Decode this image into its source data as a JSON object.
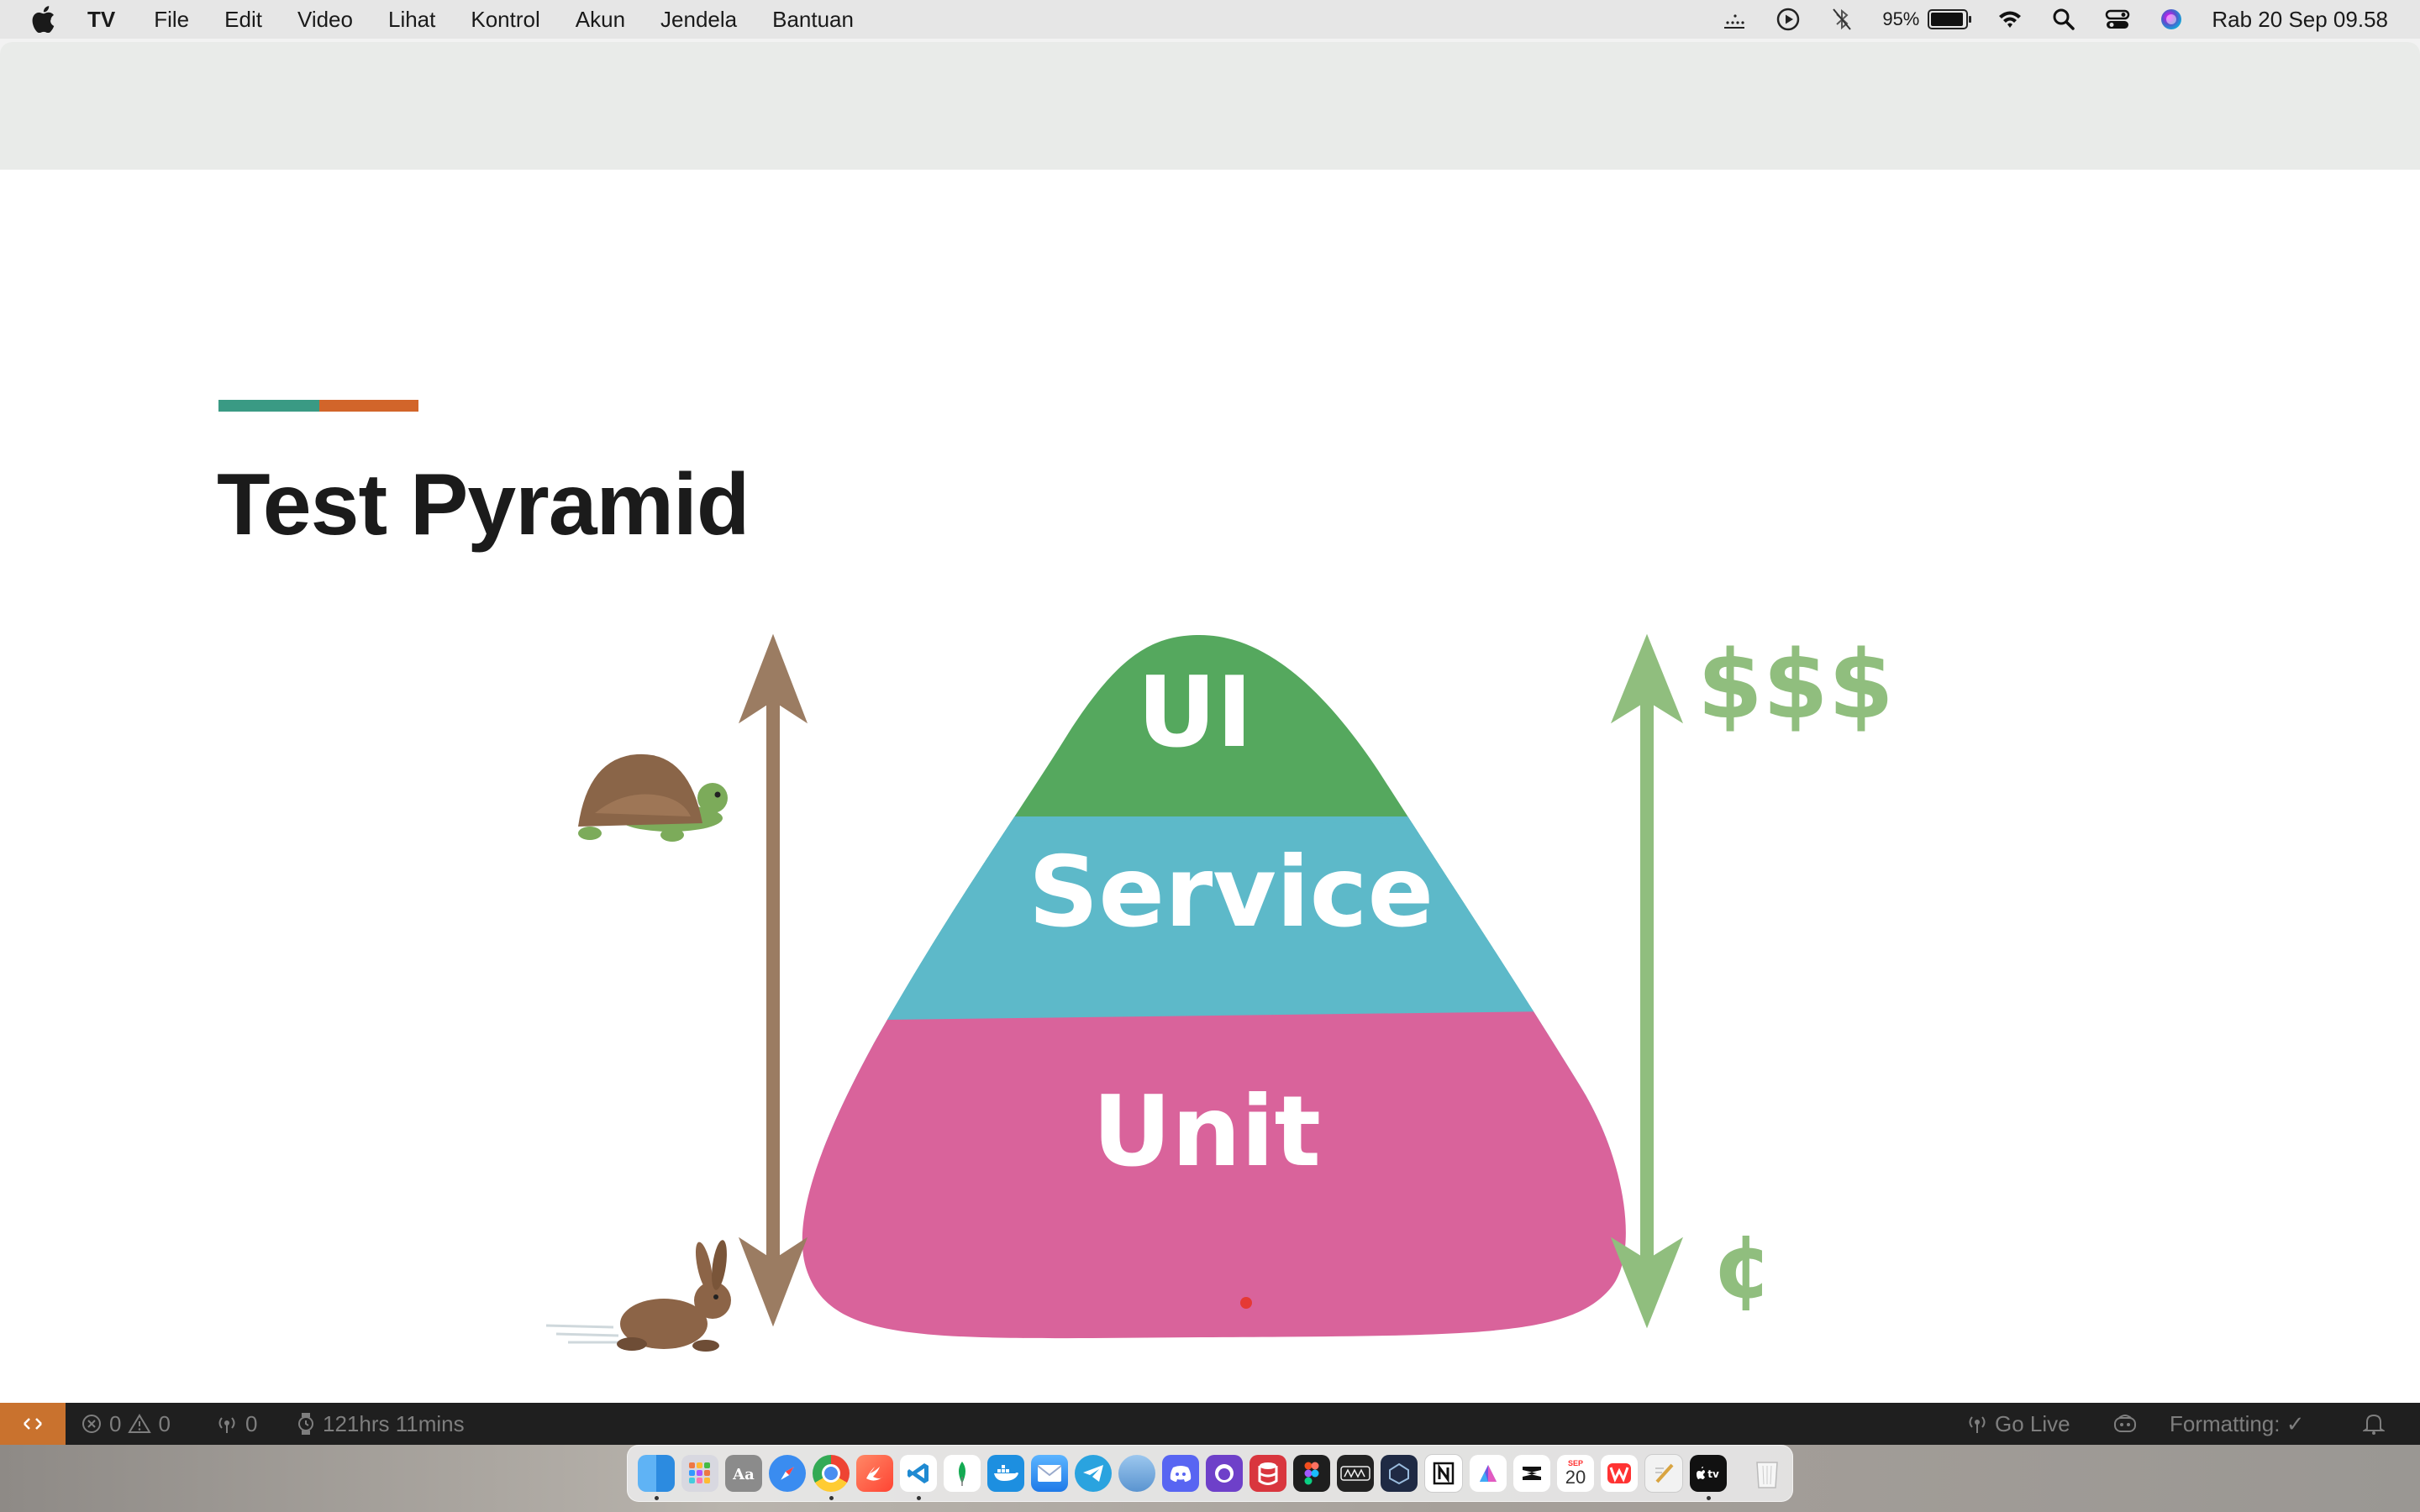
{
  "menubar": {
    "app_name": "TV",
    "menus": [
      "File",
      "Edit",
      "Video",
      "Lihat",
      "Kontrol",
      "Akun",
      "Jendela",
      "Bantuan"
    ],
    "battery_percent": "95%",
    "battery_level": 0.95,
    "clock": "Rab 20 Sep  09.58",
    "status_icons": [
      "screen-recording-icon",
      "play-icon",
      "bluetooth-off-icon",
      "battery-icon",
      "wifi-icon",
      "spotlight-search-icon",
      "control-center-icon",
      "siri-icon"
    ]
  },
  "slide": {
    "accent_colors": [
      "#3a9a84",
      "#d2652a"
    ],
    "title": "Test Pyramid",
    "pyramid": {
      "layers": [
        {
          "label": "UI",
          "color": "#55a85e"
        },
        {
          "label": "Service",
          "color": "#5db9c9"
        },
        {
          "label": "Unit",
          "color": "#d9639b"
        }
      ]
    },
    "speed_axis": {
      "arrow_color": "#9b7c62",
      "top_icon": "turtle-icon",
      "bottom_icon": "rabbit-icon"
    },
    "cost_axis": {
      "arrow_color": "#90be7e",
      "top_label": "$$$",
      "bottom_label": "¢"
    }
  },
  "statusbar": {
    "errors": "0",
    "warnings": "0",
    "ports": "0",
    "time_tracker": "121hrs 11mins",
    "go_live": "Go Live",
    "formatting": "Formatting: ✓"
  },
  "dock": {
    "apps": [
      "Finder",
      "Launchpad",
      "Font Book",
      "Safari",
      "Chrome",
      "Swift Playgrounds",
      "Visual Studio Code",
      "MongoDB Compass",
      "Docker",
      "Mail",
      "Telegram",
      "Sequel Ace",
      "Discord",
      "GitHub Desktop",
      "DBngin",
      "Figma",
      "Patch",
      "Network Radar",
      "Notion",
      "Affinity",
      "CapCut",
      "Calendar",
      "WPS Office",
      "TextEdit",
      "Apple TV",
      "Trash"
    ],
    "calendar_day": "20",
    "calendar_month": "SEP"
  }
}
